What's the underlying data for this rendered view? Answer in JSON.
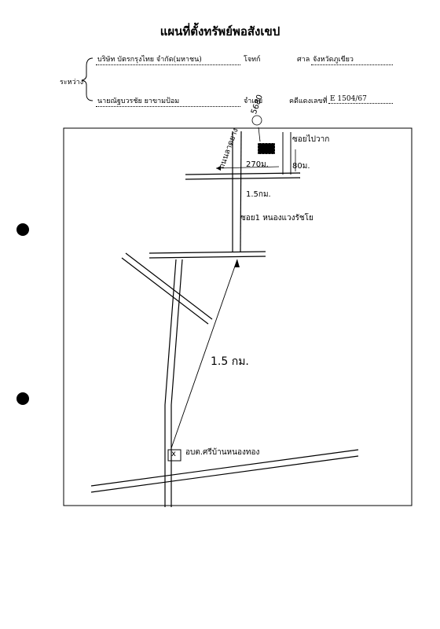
{
  "title": "แผนที่ตั้งทรัพย์พอสังเขป",
  "header": {
    "between_label": "ระหว่าง",
    "plaintiff_name": "บริษัท บัตรกรุงไทย จำกัด(มหาชน)",
    "plaintiff_role": "โจทก์",
    "court_label": "ศาล",
    "court_name": "จังหวัดภูเขียว",
    "defendant_name": "นายณัฐบวรชัย ยาขามป้อม",
    "defendant_role": "จำเลย",
    "case_label": "คดีแดงเลขที่",
    "case_number": "E 1504/67"
  },
  "sketch": {
    "deed_number": "5680",
    "north_road_label": "ถนนลาดยาง",
    "right_note": "ซอยไปวาก",
    "distance_short": "270ม.",
    "distance_side": "80ม.",
    "distance_mid": "1.5กม.",
    "landmark_note": "ซอย1 หนองแวงรัชโย",
    "distance_long": "1.5 กม.",
    "start_label": "อบต.ศรีบ้านหนองทอง",
    "start_marker": "x"
  }
}
